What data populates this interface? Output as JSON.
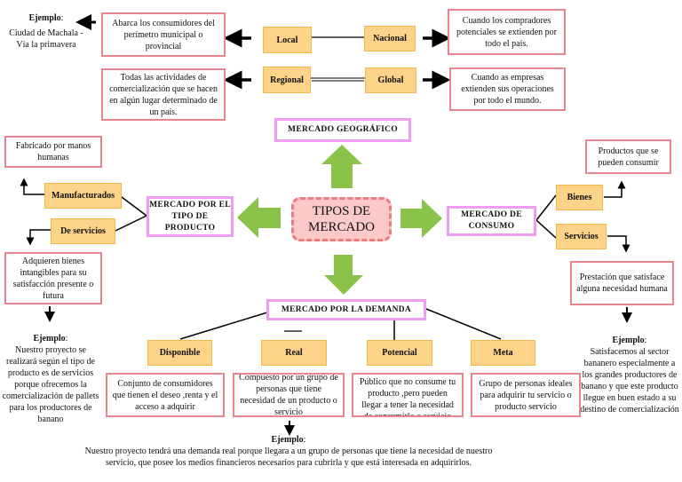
{
  "center": {
    "line1": "TIPOS DE",
    "line2": "MERCADO"
  },
  "colors": {
    "category_fill": "#fdd38a",
    "description_border": "#e8868f",
    "heading_border": "#ee9ef0",
    "arrow_green": "#8bc34a",
    "center_fill": "#fcc9c9"
  },
  "geografico": {
    "heading": "MERCADO GEOGRÁFICO",
    "categories": {
      "local": "Local",
      "nacional": "Nacional",
      "regional": "Regional",
      "global": "Global"
    },
    "descriptions": {
      "local": "Abarca los consumidores del perímetro municipal o provincial",
      "nacional": "Cuando los compradores potenciales se extienden por todo el país.",
      "regional": "Todas las actividades de comercialización que se hacen en algún lugar determinado de un país.",
      "global": "Cuando as empresas extienden sus operaciones por todo el mundo."
    },
    "example": {
      "label": "Ejemplo",
      "text": "Ciudad de Machala - Vía la primavera"
    }
  },
  "producto": {
    "heading": "MERCADO POR EL TIPO DE PRODUCTO",
    "categories": {
      "manufacturados": "Manufacturados",
      "servicios": "De servicios"
    },
    "descriptions": {
      "manufacturados": "Fabricado por manos humanas",
      "servicios": "Adquieren bienes intangibles para su satisfacción presente o futura"
    },
    "example": {
      "label": "Ejemplo",
      "text": "Nuestro proyecto se realizará según el tipo de producto es de servicios porque ofrecemos la comercialización de pallets para los productores de banano"
    }
  },
  "consumo": {
    "heading": "MERCADO DE CONSUMO",
    "categories": {
      "bienes": "Bienes",
      "servicios": "Servicios"
    },
    "descriptions": {
      "bienes": "Productos que se pueden consumir",
      "servicios": "Prestación que satisface alguna necesidad humana"
    },
    "example": {
      "label": "Ejemplo",
      "text": "Satisfacemos al sector bananero especialmente a los grandes productores de banano y que este producto llegue en buen estado a su destino de comercialización"
    }
  },
  "demanda": {
    "heading": "MERCADO POR LA DEMANDA",
    "categories": {
      "disponible": "Disponible",
      "real": "Real",
      "potencial": "Potencial",
      "meta": "Meta"
    },
    "descriptions": {
      "disponible": "Conjunto de consumidores que tienen el deseo ,renta y el acceso a adquirir",
      "real": "Compuesto por un grupo de personas que tiene necesidad de un producto o servicio",
      "potencial": "Público que no consume tu producto ,pero pueden llegar a tener la necesidad de consumirlo o servicio",
      "meta": "Grupo de personas ideales para adquirir tu servicio o producto servicio"
    },
    "example": {
      "label": "Ejemplo",
      "text": "Nuestro proyecto tendrá una demanda real porque llegara a un grupo de personas que tiene la necesidad de nuestro servicio, que posee los medios financieros necesarios para cubrirla y que está interesada en adquirirlos."
    }
  }
}
